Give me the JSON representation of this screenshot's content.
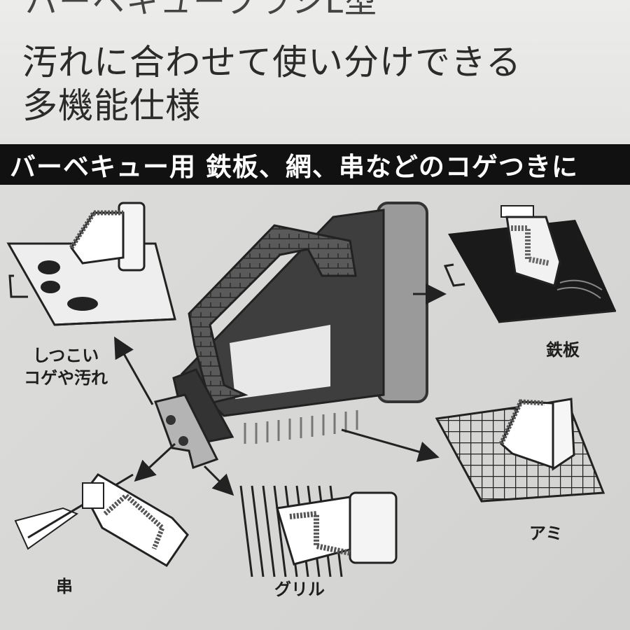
{
  "header": {
    "partial_title": "バーベキューブラシL型",
    "tagline_line1": "汚れに合わせて使い分けできる",
    "tagline_line2": "多機能仕様"
  },
  "banner": {
    "text": "バーベキュー用 鉄板、網、串などのコゲつきに"
  },
  "labels": {
    "stubborn_line1": "しつこい",
    "stubborn_line2": "コゲや汚れ",
    "griddle": "鉄板",
    "net": "アミ",
    "skewer": "串",
    "grill": "グリル"
  }
}
